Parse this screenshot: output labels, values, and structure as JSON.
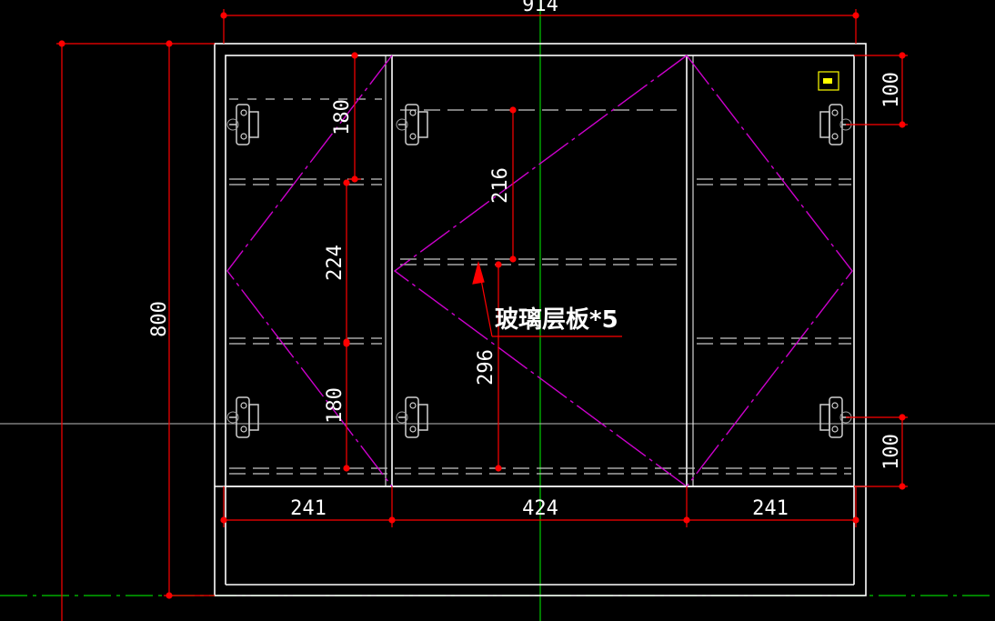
{
  "dimensions": {
    "overall_width": "914",
    "overall_height": "800",
    "left_top_spacing": "180",
    "left_middle_spacing": "224",
    "left_bottom_spacing": "180",
    "center_upper_spacing": "216",
    "center_lower_spacing": "296",
    "right_top_offset": "100",
    "right_bottom_offset": "100",
    "bottom_left_width": "241",
    "bottom_center_width": "424",
    "bottom_right_width": "241"
  },
  "annotation": {
    "label": "玻璃层板*5"
  },
  "colors": {
    "background": "#000000",
    "cabinet_lines": "#ffffff",
    "dimension_lines": "#ff0000",
    "door_swing": "#cc00cc",
    "center_axis": "#00cc00",
    "shelf_dash": "#c8c8c8",
    "title_block": "#ffff00"
  },
  "icons": [
    "hinge-icon",
    "title-mark-icon"
  ]
}
